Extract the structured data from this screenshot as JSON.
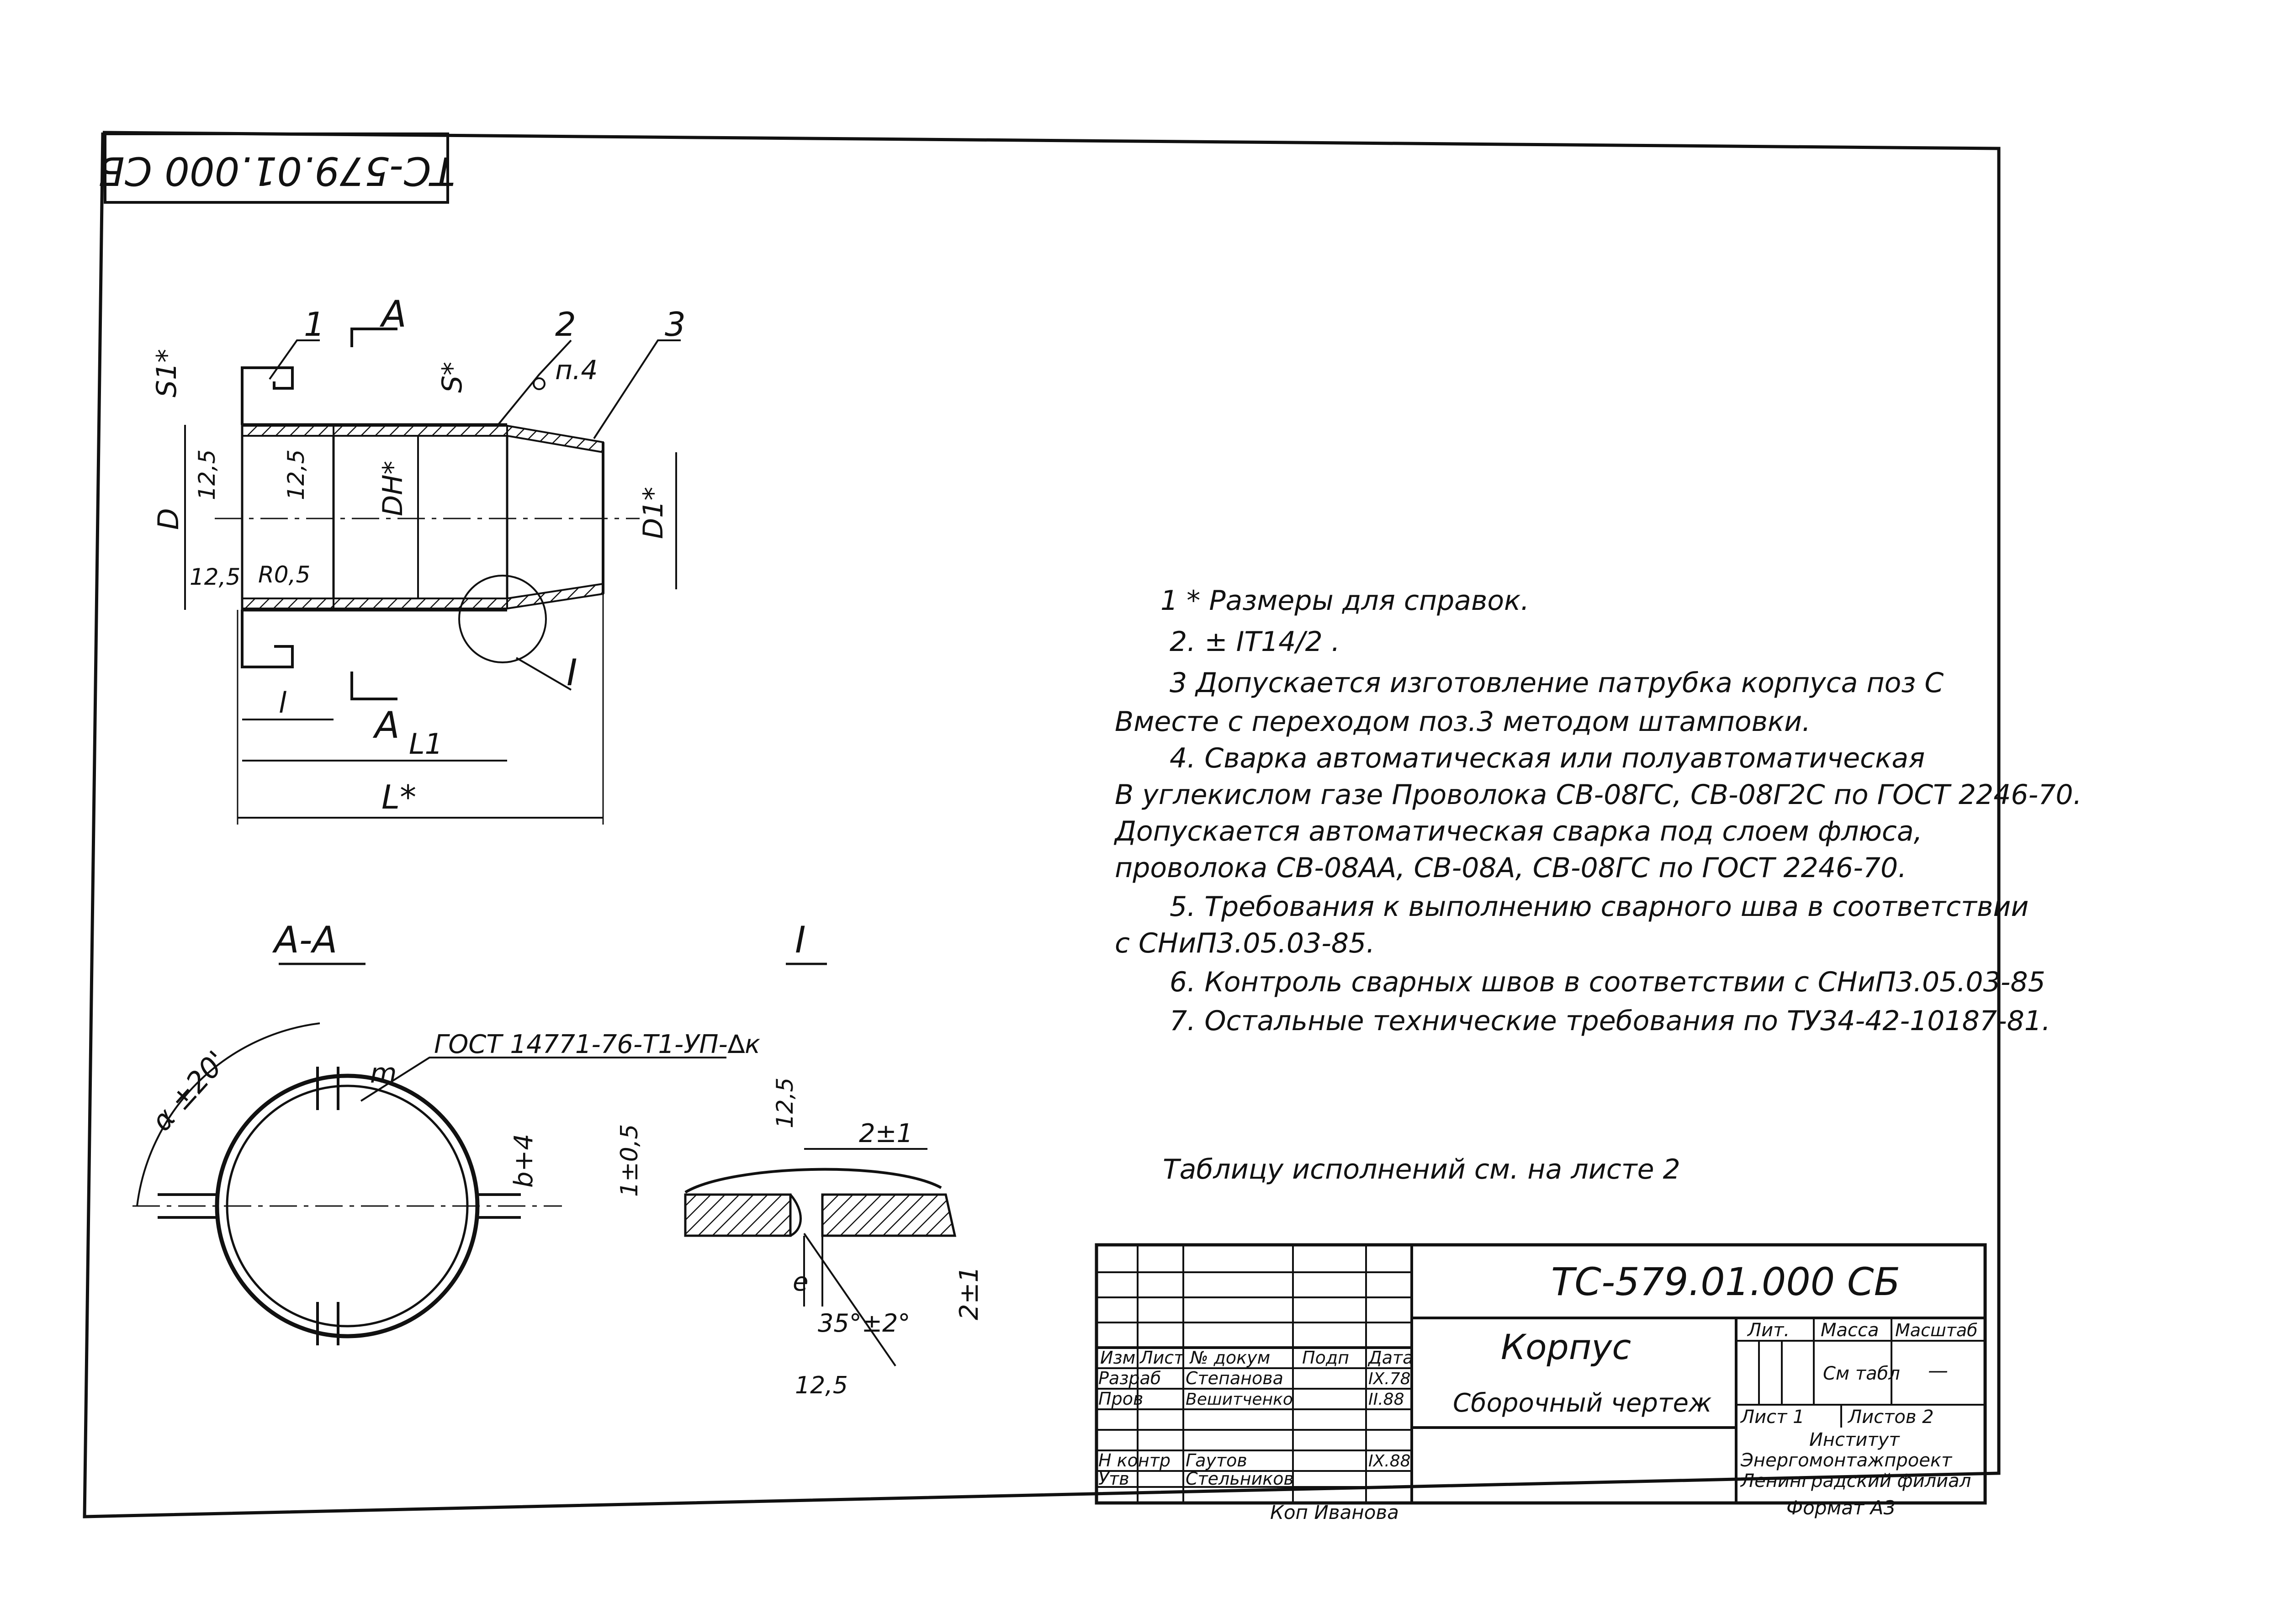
{
  "stamp_rotated": "ТС-579.01.000 СБ",
  "main_view": {
    "callouts": [
      "1",
      "2",
      "3"
    ],
    "section_letter": "А",
    "dims": {
      "s1": "S1*",
      "s": "S*",
      "d": "D",
      "dh": "DН*",
      "d1": "D1*",
      "l": "l",
      "l1": "L1",
      "L": "L*",
      "r": "R0,5",
      "weld": "п.4"
    },
    "roughness": [
      "12,5",
      "12,5",
      "12,5"
    ],
    "detail": "I"
  },
  "section_aa": {
    "title": "А-А",
    "angle": "α ±20'",
    "m": "m",
    "gost": "ГОСТ 14771-76-Т1-УП-∆к",
    "b": "b+4"
  },
  "detail_i": {
    "title": "I",
    "roughness": "12,5",
    "gap": "2±1",
    "edge": "1±0,5",
    "e": "e",
    "angle": "35°±2°",
    "height": "2±1",
    "roughness2": "12,5"
  },
  "notes": [
    "1 * Размеры для справок.",
    "2. ± IT14/2 .",
    "3 Допускается изготовление патрубка корпуса поз С",
    "Вместе с переходом поз.3 методом штамповки.",
    "4. Сварка автоматическая или полуавтоматическая",
    "В углекислом газе Проволока СВ-08ГС, СВ-08Г2С по ГОСТ 2246-70.",
    "Допускается автоматическая сварка под слоем флюса,",
    "проволока СВ-08АА, СВ-08А, СВ-08ГС по ГОСТ 2246-70.",
    "5. Требования к выполнению сварного шва в соответствии",
    "с СНиП3.05.03-85.",
    "6. Контроль сварных швов в соответствии с СНиП3.05.03-85",
    "7. Остальные технические требования по ТУ34-42-10187-81."
  ],
  "table_note": "Таблицу исполнений см. на листе 2",
  "title_block": {
    "code": "ТС-579.01.000 СБ",
    "name": "Корпус",
    "doc_type": "Сборочный чертеж",
    "headers": [
      "Изм",
      "Лист",
      "№ докум",
      "Подп",
      "Дата"
    ],
    "roles": [
      "Разраб",
      "Пров",
      "Н контр",
      "Утв"
    ],
    "names": [
      "Степанова",
      "Вешитченко",
      "Гаутов",
      "Стельников"
    ],
    "dates": [
      "IX.78",
      "II.88",
      "IX.88"
    ],
    "lit": "Лит.",
    "mass": "Масса",
    "scale": "Масштаб",
    "mass_val": "См табл",
    "scale_val": "—",
    "sheet": "Лист 1",
    "sheets": "Листов 2",
    "org1": "Институт",
    "org2": "Энергомонтажпроект",
    "org3": "Ленинградский филиал",
    "copied": "Коп Иванова",
    "format": "Формат А3"
  }
}
